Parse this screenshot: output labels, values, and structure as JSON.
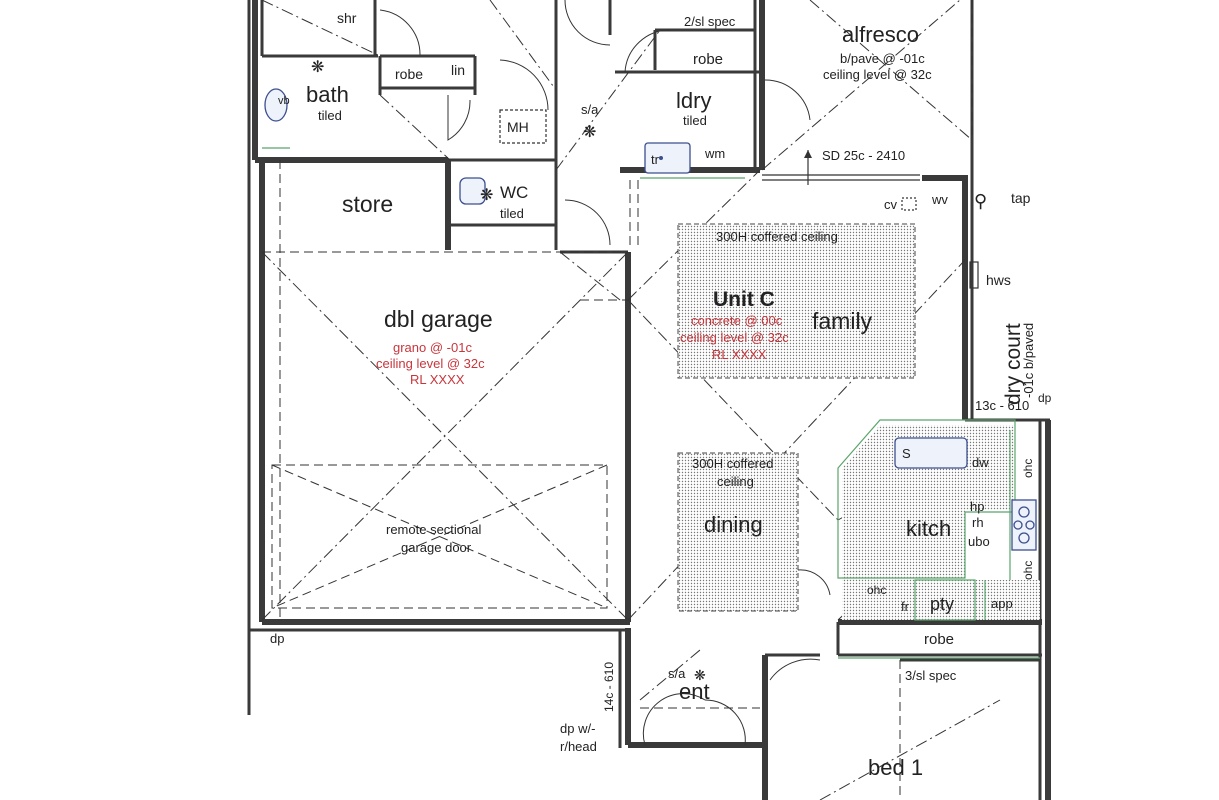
{
  "rooms": {
    "shr": "shr",
    "robe_left": "robe",
    "lin": "lin",
    "bath": "bath",
    "bath_tiled": "tiled",
    "vb": "vb",
    "mh": "MH",
    "sa_top": "s/a",
    "spec_top": "2/sl spec",
    "robe_top": "robe",
    "ldry": "ldry",
    "ldry_tiled": "tiled",
    "tr": "tr",
    "wm": "wm",
    "alfresco": "alfresco",
    "alfresco_note1": "b/pave @ -01c",
    "alfresco_note2": "ceiling level @ 32c",
    "sd": "SD 25c - 2410",
    "store": "store",
    "wc": "WC",
    "wc_tiled": "tiled",
    "cv": "cv",
    "wv": "wv",
    "tap": "tap",
    "hws": "hws",
    "coffered_family": "300H coffered ceiling",
    "unit": "Unit C",
    "family": "family",
    "unit_note1": "concrete @ 00c",
    "unit_note2": "ceiling level @ 32c",
    "unit_note3": "RL XXXX",
    "garage": "dbl garage",
    "garage_note1": "grano @ -01c",
    "garage_note2": "ceiling level @ 32c",
    "garage_note3": "RL XXXX",
    "dry_court": "dry court",
    "dry_court_note": "-01c b/paved",
    "dp_court": "13c - 610",
    "dp": "dp",
    "coffered_dining1": "300H coffered",
    "coffered_dining2": "ceiling",
    "dining": "dining",
    "garage_door1": "remote sectional",
    "garage_door2": "garage door",
    "kitch": "kitch",
    "dw": "dw",
    "hp": "hp",
    "rh": "rh",
    "ubo": "ubo",
    "ohc": "ohc",
    "fr": "fr",
    "pty": "pty",
    "app": "app",
    "s": "S",
    "robe_bed": "robe",
    "spec_bed": "3/sl spec",
    "dp_garage": "dp",
    "sa_ent": "s/a",
    "ent": "ent",
    "dp_ent": "14c - 610",
    "dp_head1": "dp w/-",
    "dp_head2": "r/head",
    "bed": "bed 1"
  },
  "colors": {
    "wall": "#3a3a3a",
    "note_red": "#c8363c",
    "cabinet_green": "#5aa56a",
    "fixture_blue": "#3c4f8f"
  }
}
